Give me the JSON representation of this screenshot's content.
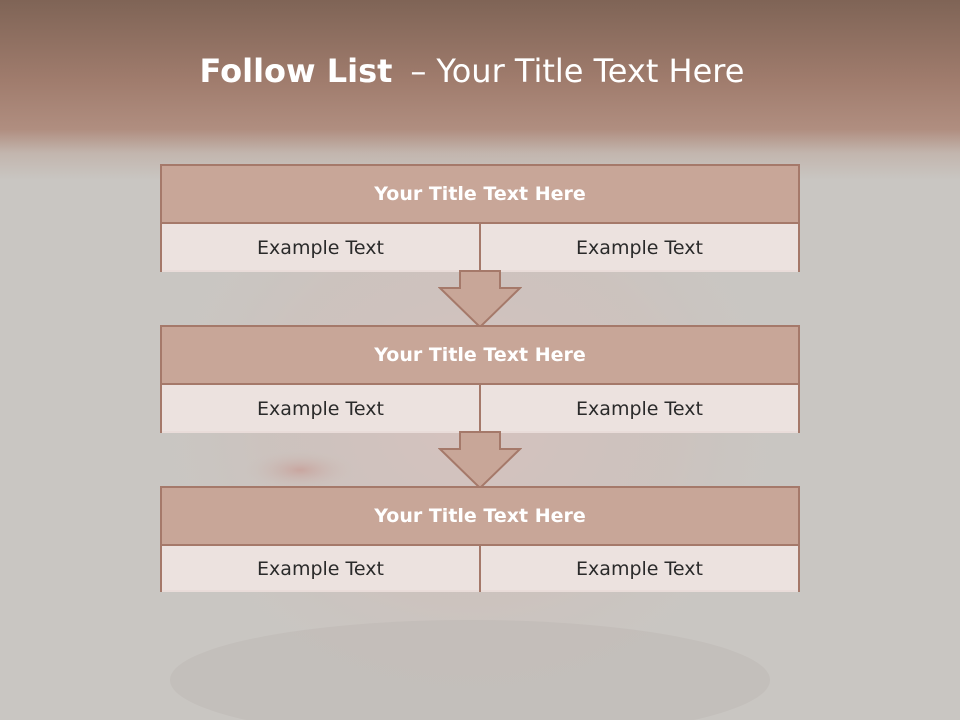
{
  "title": {
    "bold": "Follow List",
    "dash": "–",
    "rest": "Your Title Text Here"
  },
  "steps": [
    {
      "heading": "Your Title Text Here",
      "left": "Example Text",
      "right": "Example Text"
    },
    {
      "heading": "Your Title Text Here",
      "left": "Example Text",
      "right": "Example Text"
    },
    {
      "heading": "Your Title Text Here",
      "left": "Example Text",
      "right": "Example Text"
    }
  ],
  "colors": {
    "header_fill": "#c8a698",
    "border": "#a5796a",
    "cell_fill": "#ece2df",
    "arrow_fill": "#c8a698"
  }
}
